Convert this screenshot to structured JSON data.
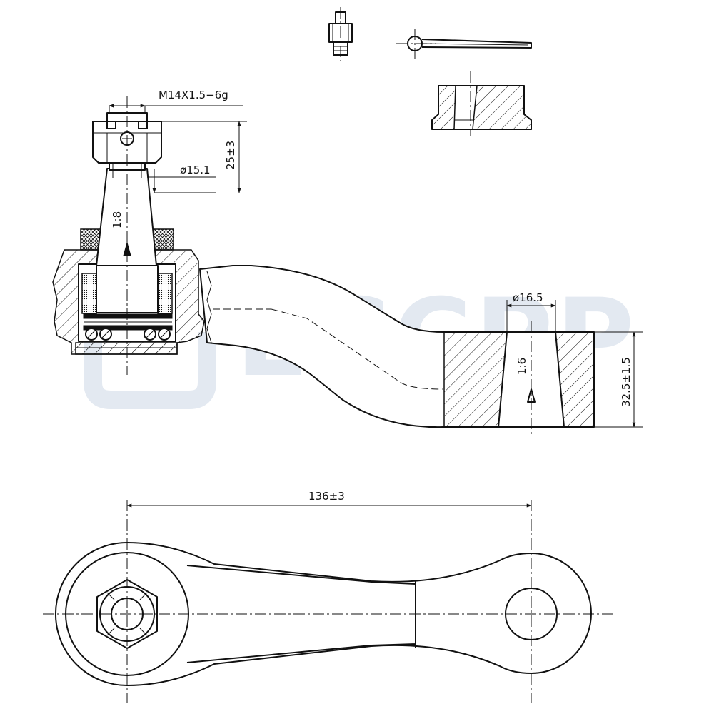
{
  "watermark": {
    "text": "ECCPP",
    "color": "#e3e9f1"
  },
  "dimensions": {
    "thread": "M14X1.5−6g",
    "stud_diameter": "ø15.1",
    "stud_length": "25±3",
    "stud_taper": "1:8",
    "hole_diameter": "ø16.5",
    "hole_taper": "1:6",
    "arm_thickness": "32.5±1.5",
    "center_distance": "136±3"
  },
  "parts": [
    "grease-fitting",
    "cotter-pin",
    "castle-nut",
    "idler-arm-side-section",
    "idler-arm-top-view"
  ]
}
